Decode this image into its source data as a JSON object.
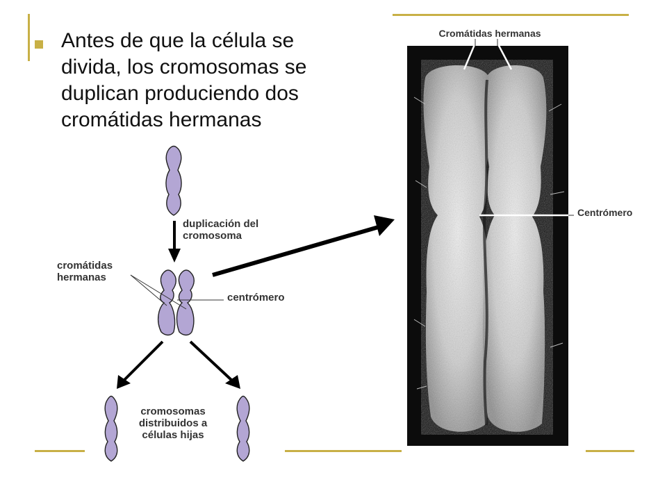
{
  "slide": {
    "bullet_text": "Antes de que la célula se divida, los cromosomas se duplican produciendo dos cromátidas hermanas"
  },
  "diagram": {
    "label_duplication": "duplicación del cromosoma",
    "label_sister_chromatids": "cromátidas hermanas",
    "label_centromere": "centrómero",
    "label_daughter_cells": "cromosomas distribuidos a células hijas"
  },
  "micrograph": {
    "label_sister_chromatids": "Cromátidas hermanas",
    "label_centromere": "Centrómero"
  },
  "colors": {
    "accent_rule": "#c8b046",
    "chromosome_fill": "#b3a6d4",
    "chromosome_stroke": "#222222",
    "label_text": "#333333"
  }
}
